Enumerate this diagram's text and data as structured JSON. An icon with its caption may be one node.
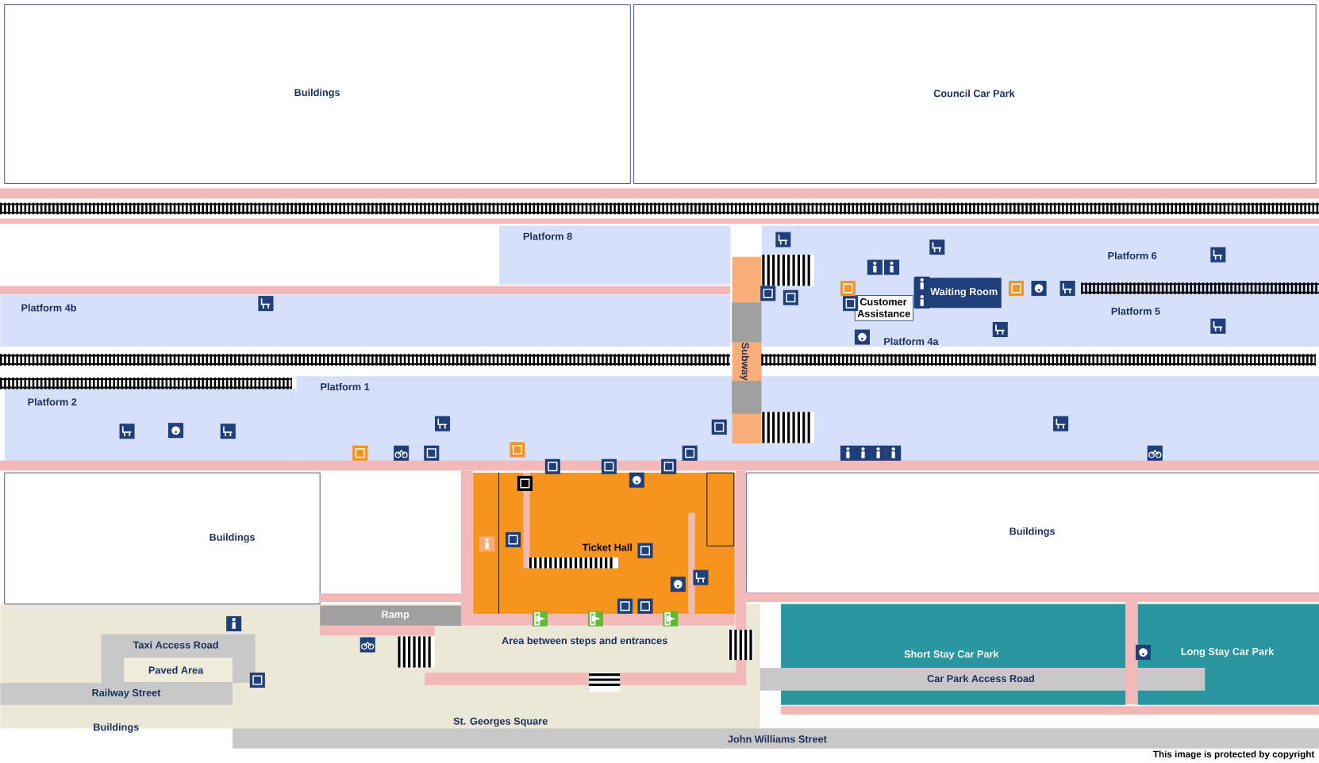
{
  "diagram": {
    "nodes": [
      {
        "text": [
          "Buildings"
        ]
      },
      {
        "text": [
          "Council Car Park"
        ]
      },
      {
        "text": [
          "Platform 8"
        ]
      },
      {
        "text": [
          "Platform 4b"
        ]
      },
      {
        "text": [
          "Platform 6",
          "Platform 5",
          "Platform 4a"
        ]
      },
      {
        "text": [
          "Platform 2"
        ]
      },
      {
        "text": [
          "Platform 1"
        ]
      },
      {
        "text": [
          "Waiting Room"
        ],
        "in": 4
      },
      {
        "text": [
          "Customer Assistance"
        ],
        "in": 4
      },
      {
        "text": [
          "Subway"
        ]
      },
      {
        "text": [
          "Buildings"
        ]
      },
      {
        "text": [
          "Ticket Hall"
        ]
      },
      {
        "text": [],
        "shape": "box",
        "in": 11
      },
      {
        "text": [
          "Buildings"
        ]
      },
      {
        "text": [
          "Ramp"
        ],
        "in": 22
      },
      {
        "text": [
          "Taxi Access Road"
        ],
        "in": 22
      },
      {
        "text": [
          "Paved Area"
        ],
        "in": 15
      },
      {
        "text": [
          "Short Stay Car Park"
        ]
      },
      {
        "text": [
          "Long Stay Car Park"
        ]
      },
      {
        "text": [
          "Car Park Access Road"
        ]
      },
      {
        "text": [
          "Railway Street"
        ],
        "in": 22
      },
      {
        "text": [
          "John Williams Street"
        ]
      },
      {
        "text": [
          "Area between steps and entrances",
          "St. Georges Square"
        ]
      }
    ],
    "edges": [],
    "labels": [
      "Buildings",
      "This image is protected by copyright"
    ]
  }
}
